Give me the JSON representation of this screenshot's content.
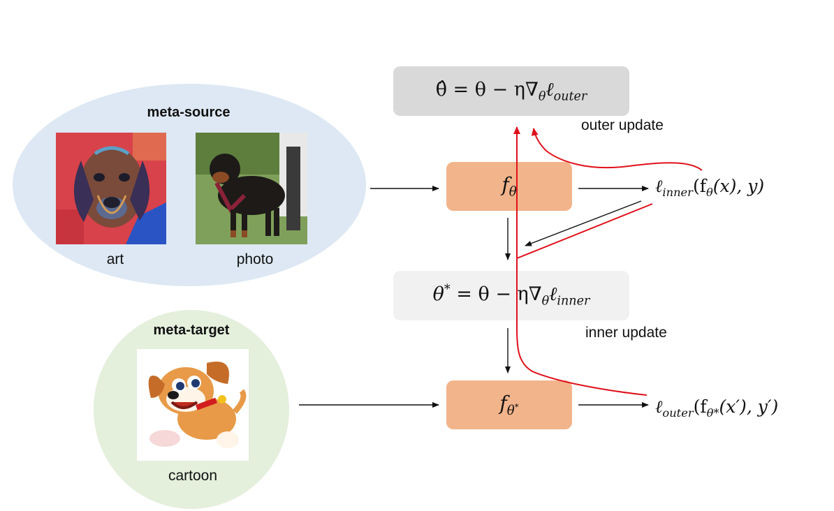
{
  "meta_source": {
    "title": "meta-source",
    "images": [
      {
        "caption": "art",
        "icon": "painted-dog-art-image"
      },
      {
        "caption": "photo",
        "icon": "rottweiler-photo-image"
      }
    ]
  },
  "meta_target": {
    "title": "meta-target",
    "images": [
      {
        "caption": "cartoon",
        "icon": "cartoon-puppy-image"
      }
    ]
  },
  "model": {
    "f_theta": {
      "base": "f",
      "sub": "θ"
    },
    "f_theta_star": {
      "base": "f",
      "sub": "θ",
      "subsup": "*"
    }
  },
  "equations": {
    "outer": {
      "lhs": "θ̂",
      "rhs_pre": " = θ − η∇",
      "grad_sub": "θ",
      "loss": "ℓ",
      "loss_sub": "outer"
    },
    "inner": {
      "lhs": "θ",
      "lhs_sup": "*",
      "rhs_pre": " = θ − η∇",
      "grad_sub": "θ",
      "loss": "ℓ",
      "loss_sub": "inner"
    }
  },
  "losses": {
    "inner": {
      "l": "ℓ",
      "sub": "inner",
      "args_pre": "(f",
      "args_sub": "θ",
      "args_post": "(x), y)"
    },
    "outer": {
      "l": "ℓ",
      "sub": "outer",
      "args_pre": "(f",
      "args_sub": "θ*",
      "args_post": "(x′), y′)"
    }
  },
  "labels": {
    "outer_update": "outer update",
    "inner_update": "inner update"
  },
  "colors": {
    "source_ellipse": "#dde8f4",
    "target_ellipse": "#e4efdc",
    "model_box": "#f2b48b",
    "outer_eq_box": "#d9d9d9",
    "inner_eq_box": "#f1f1f1",
    "gradient_arrow": "#e0101a",
    "flow_arrow": "#111111"
  }
}
